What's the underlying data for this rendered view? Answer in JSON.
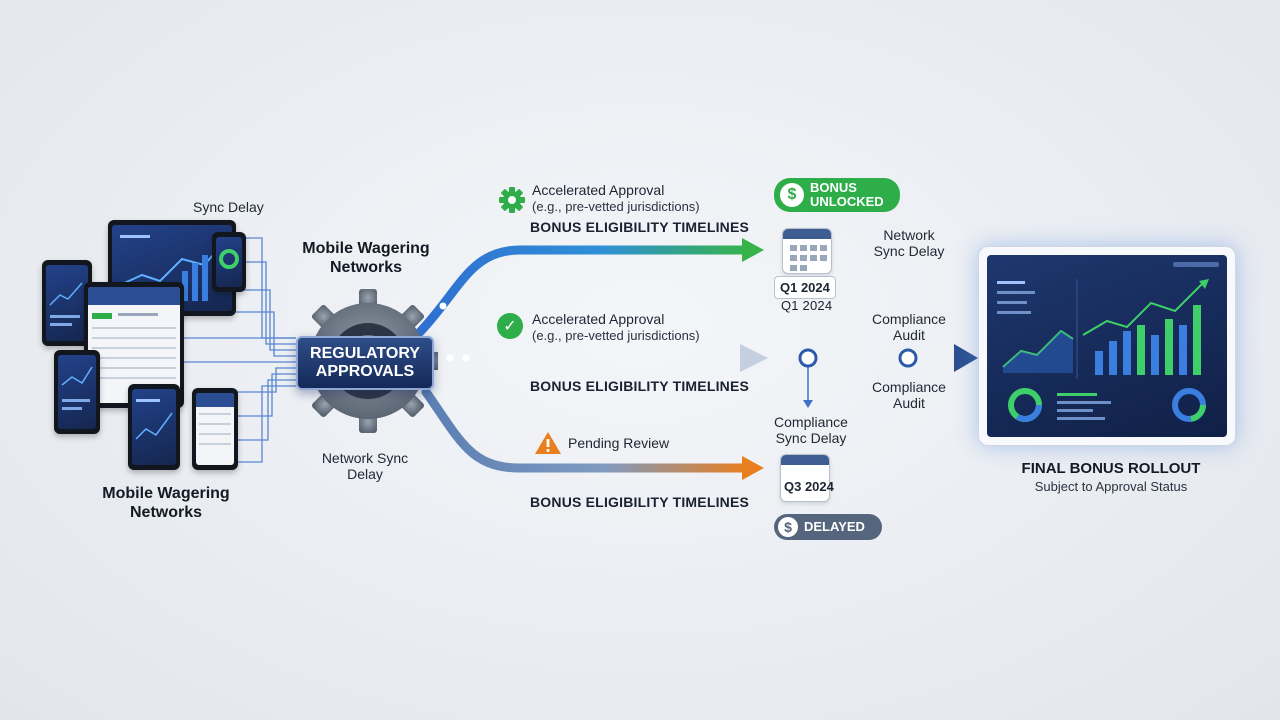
{
  "source": {
    "label_top": "Sync Delay",
    "networks_label_top": "Mobile Wagering Networks",
    "networks_label_bottom": "Mobile Wagering Networks"
  },
  "hub": {
    "title_line1": "REGULATORY",
    "title_line2": "APPROVALS",
    "network_sync_label": "Network Sync Delay"
  },
  "paths": [
    {
      "approval_title": "Accelerated Approval",
      "approval_sub": "(e.g., pre-vetted jurisdictions)",
      "timeline_label": "BONUS ELIGIBILITY TIMELINES",
      "date": "Q1 2024",
      "date_below": "Q1 2024",
      "badge_line1": "BONUS",
      "badge_line2": "UNLOCKED",
      "note": "Network Sync Delay",
      "color": "#2eae49"
    },
    {
      "approval_title": "Accelerated Approval",
      "approval_sub": "(e.g., pre-vetted jurisdictions)",
      "timeline_label": "BONUS ELIGIBILITY TIMELINES",
      "checkpoint_top": "Compliance Audit",
      "checkpoint_bottom": "Compliance Audit",
      "color": "#2c4f8f"
    },
    {
      "approval_title": "Pending Review",
      "timeline_label": "BONUS ELIGIBILITY TIMELINES",
      "date": "Q3 2024",
      "note": "Compliance Sync Delay",
      "badge_line1": "DELAYED",
      "color": "#e97e1f"
    }
  ],
  "final": {
    "title": "FINAL BONUS ROLLOUT",
    "subtitle": "Subject to Approval Status"
  },
  "icons": {
    "bonus_coin": "$",
    "check": "✓",
    "warning": "!"
  },
  "colors": {
    "accent_blue": "#2f6fd0",
    "green": "#2eae49",
    "orange": "#e97e1f",
    "navy": "#1a2f63"
  }
}
